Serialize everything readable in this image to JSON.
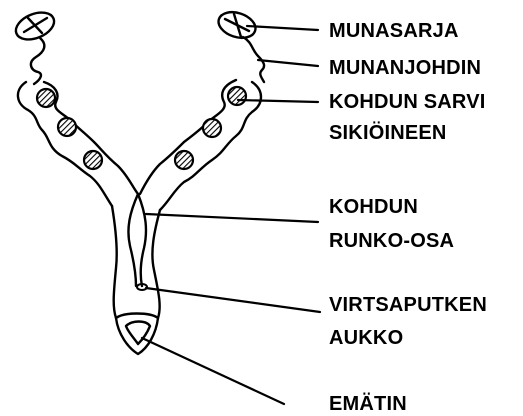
{
  "labels": {
    "ovary": "MUNASARJA",
    "oviduct": "MUNANJOHDIN",
    "uterine_horn_line1": "KOHDUN SARVI",
    "uterine_horn_line2": "SIKIÖINEEN",
    "uterine_body_line1": "KOHDUN",
    "uterine_body_line2": "RUNKO-OSA",
    "urethral_opening_line1": "VIRTSAPUTKEN",
    "urethral_opening_line2": "AUKKO",
    "vagina": "EMÄTIN"
  },
  "colors": {
    "ink": "#000000",
    "background": "#ffffff"
  }
}
